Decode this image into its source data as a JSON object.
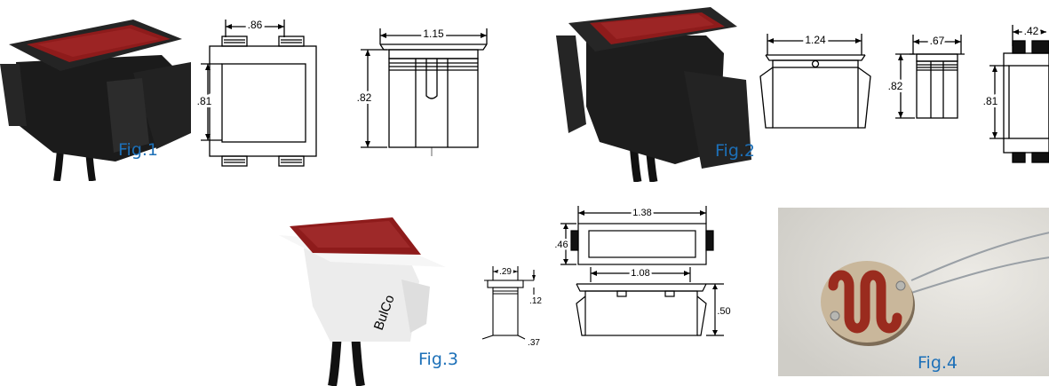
{
  "figures": {
    "fig1": {
      "label": "Fig.1",
      "dims": {
        "front_width": ".86",
        "front_height": ".81",
        "side_width": "1.15",
        "side_height": ".82"
      }
    },
    "fig2": {
      "label": "Fig.2",
      "dims": {
        "front_width": "1.24",
        "side_width": ".67",
        "side_height": ".82",
        "end_width": ".42",
        "end_height": ".81"
      }
    },
    "fig3": {
      "label": "Fig.3",
      "brand": "BulCo",
      "dims": {
        "top_width": "1.38",
        "top_height": ".46",
        "side_width": "1.08",
        "side_height": ".50",
        "end_width": ".29",
        "end_lip": ".12",
        "end_bottom": ".37"
      }
    },
    "fig4": {
      "label": "Fig.4"
    }
  },
  "colors": {
    "lens_red": "#8e1b1b",
    "housing_black": "#1b1b1b",
    "housing_white": "#f2f2f2",
    "label_blue": "#1d70b8",
    "photo_bg": "#dcdbd6"
  }
}
